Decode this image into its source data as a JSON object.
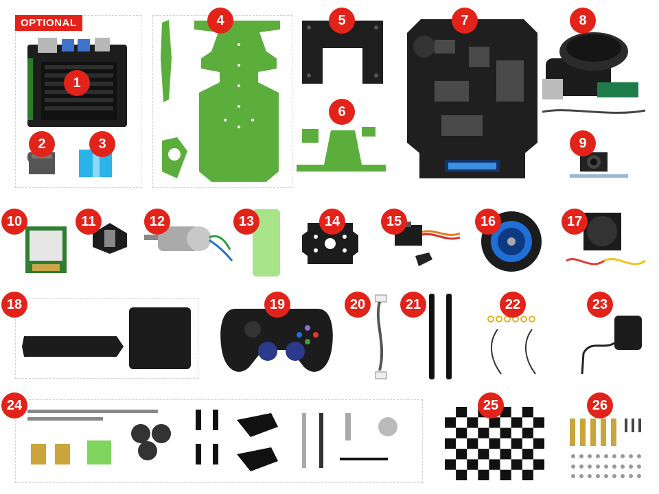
{
  "badge": {
    "optional": "OPTIONAL"
  },
  "numbers": [
    "1",
    "2",
    "3",
    "4",
    "5",
    "6",
    "7",
    "8",
    "9",
    "10",
    "11",
    "12",
    "13",
    "14",
    "15",
    "16",
    "17",
    "18",
    "19",
    "20",
    "21",
    "22",
    "23",
    "24",
    "25",
    "26"
  ],
  "colors": {
    "badge_red": "#e2231a",
    "acrylic_green": "#5cae3c",
    "board_black": "#222222",
    "cable_blue": "#1f6fd6"
  },
  "parts": [
    {
      "id": "1",
      "icon": "jetson-board-icon"
    },
    {
      "id": "2",
      "icon": "microsd-card-icon"
    },
    {
      "id": "3",
      "icon": "blue-thermal-pad-icon"
    },
    {
      "id": "4",
      "icon": "green-chassis-plate-icon"
    },
    {
      "id": "5",
      "icon": "black-mounting-plate-icon"
    },
    {
      "id": "6",
      "icon": "green-camera-bracket-icon"
    },
    {
      "id": "7",
      "icon": "driver-board-icon"
    },
    {
      "id": "8",
      "icon": "lidar-icon"
    },
    {
      "id": "9",
      "icon": "camera-module-icon"
    },
    {
      "id": "10",
      "icon": "wifi-card-icon"
    },
    {
      "id": "11",
      "icon": "motor-bracket-icon"
    },
    {
      "id": "12",
      "icon": "dc-motor-icon"
    },
    {
      "id": "13",
      "icon": "battery-pack-icon"
    },
    {
      "id": "14",
      "icon": "servo-mount-plate-icon"
    },
    {
      "id": "15",
      "icon": "servo-icon"
    },
    {
      "id": "16",
      "icon": "wheel-icon"
    },
    {
      "id": "17",
      "icon": "cooling-fan-icon"
    },
    {
      "id": "18",
      "icon": "black-bumper-and-plate-icon"
    },
    {
      "id": "19",
      "icon": "gamepad-icon"
    },
    {
      "id": "20",
      "icon": "cable-icon"
    },
    {
      "id": "21",
      "icon": "antenna-icon"
    },
    {
      "id": "22",
      "icon": "antenna-cable-icon"
    },
    {
      "id": "23",
      "icon": "power-adapter-icon"
    },
    {
      "id": "24",
      "icon": "hardware-parts-icon"
    },
    {
      "id": "25",
      "icon": "checkerboard-icon"
    },
    {
      "id": "26",
      "icon": "screws-standoffs-icon"
    }
  ]
}
